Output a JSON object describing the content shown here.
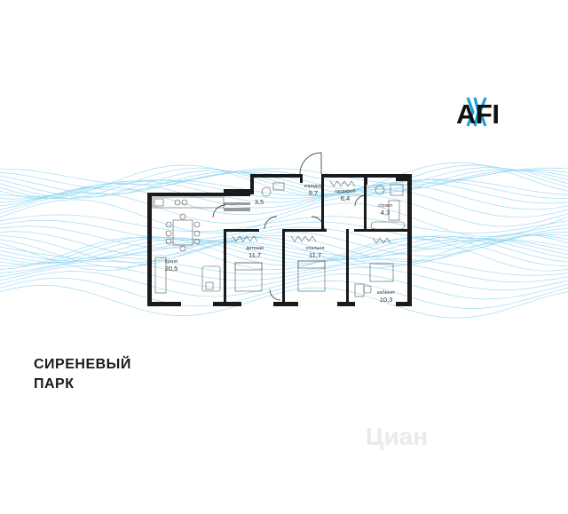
{
  "brand": {
    "name": "AFI",
    "color": "#1aa0d8"
  },
  "project": {
    "line1": "СИРЕНЕВЫЙ",
    "line2": "ПАРК"
  },
  "rooms": [
    {
      "id": "kitchen",
      "name": "кухня",
      "area": "20,5"
    },
    {
      "id": "corridor",
      "name": "коридор",
      "area": "9,7"
    },
    {
      "id": "wardrobe",
      "name": "гардероб",
      "area": "6,4"
    },
    {
      "id": "bath",
      "name": "c/узел",
      "area": "4,3"
    },
    {
      "id": "wc",
      "name": "",
      "area": "3,5"
    },
    {
      "id": "kids",
      "name": "детская",
      "area": "11,7"
    },
    {
      "id": "bedroom",
      "name": "спальня",
      "area": "11,7"
    },
    {
      "id": "study",
      "name": "кабинет",
      "area": "10,3"
    }
  ],
  "watermark": "Циан",
  "colors": {
    "wall": "#1a1a1a",
    "wave": "#3bb5e8",
    "furniture": "#555555"
  }
}
